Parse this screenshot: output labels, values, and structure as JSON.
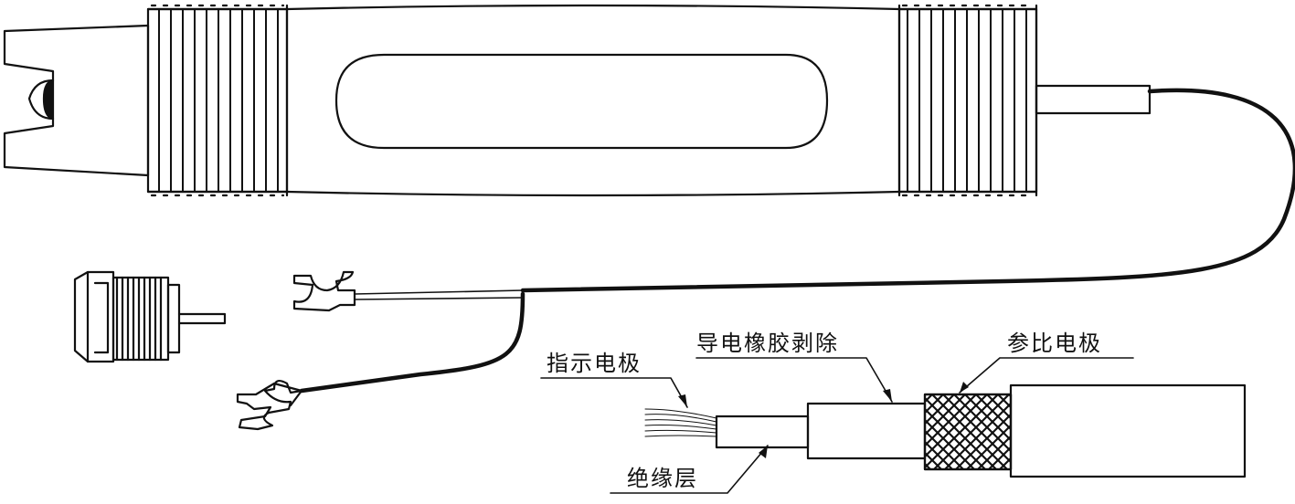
{
  "labels": {
    "indicator_electrode": "指示电极",
    "conductive_rubber_removed": "导电橡胶剥除",
    "reference_electrode": "参比电极",
    "insulation_layer": "绝缘层"
  },
  "colors": {
    "line": "#111111",
    "background": "#ffffff"
  }
}
